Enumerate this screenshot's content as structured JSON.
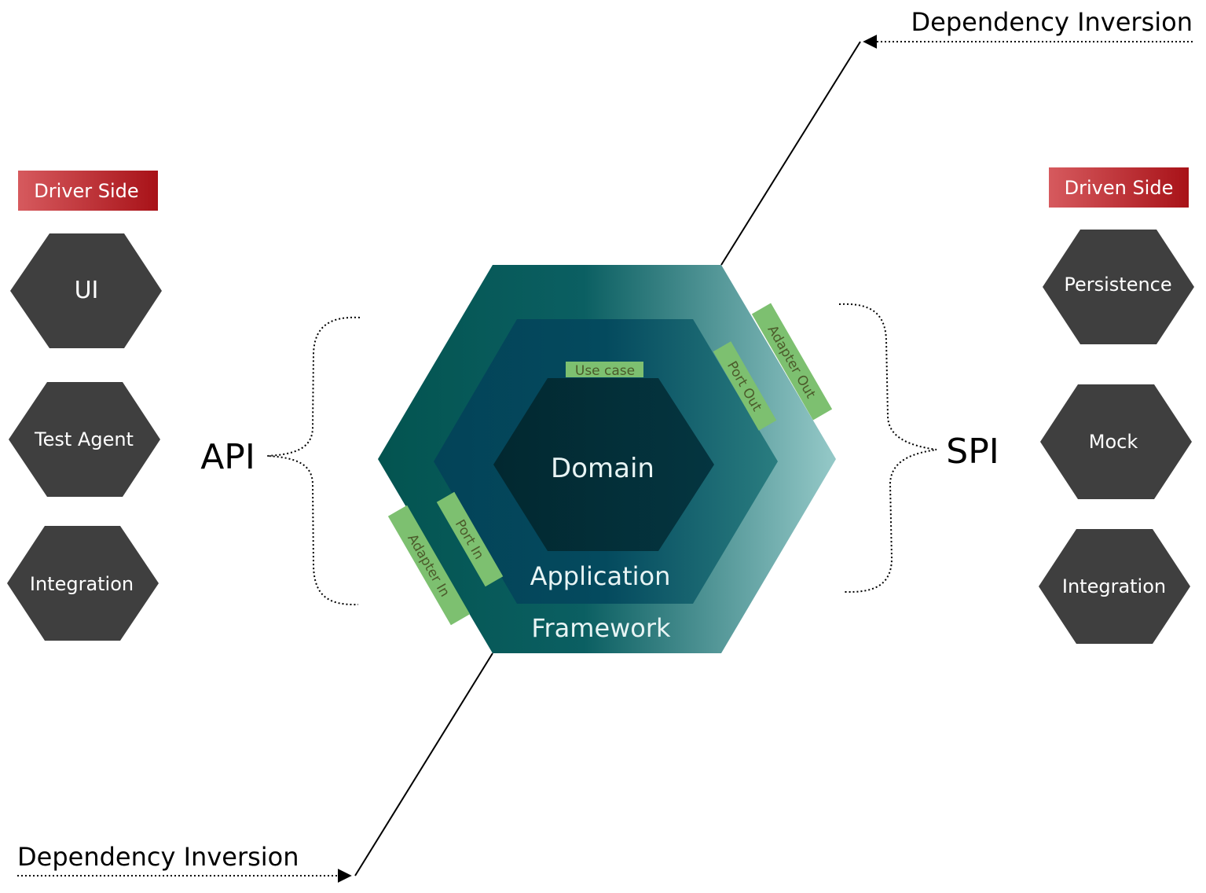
{
  "driver_side": {
    "title": "Driver Side",
    "items": [
      "UI",
      "Test Agent",
      "Integration"
    ]
  },
  "driven_side": {
    "title": "Driven Side",
    "items": [
      "Persistence",
      "Mock",
      "Integration"
    ]
  },
  "api_label": "API",
  "spi_label": "SPI",
  "dependency_inversion_top": "Dependency Inversion",
  "dependency_inversion_bottom": "Dependency Inversion",
  "layers": {
    "framework": "Framework",
    "application": "Application",
    "domain": "Domain"
  },
  "ports": {
    "use_case": "Use case",
    "port_in": "Port In",
    "port_out": "Port Out",
    "adapter_in": "Adapter In",
    "adapter_out": "Adapter Out"
  },
  "colors": {
    "side_badge": "#b8262a",
    "outer_hex": "#3f3f3f",
    "framework_dark": "#045050",
    "framework_light": "#8cc4c4",
    "application": "#04465a",
    "domain": "#032a34",
    "port_tag": "#7dc070"
  }
}
